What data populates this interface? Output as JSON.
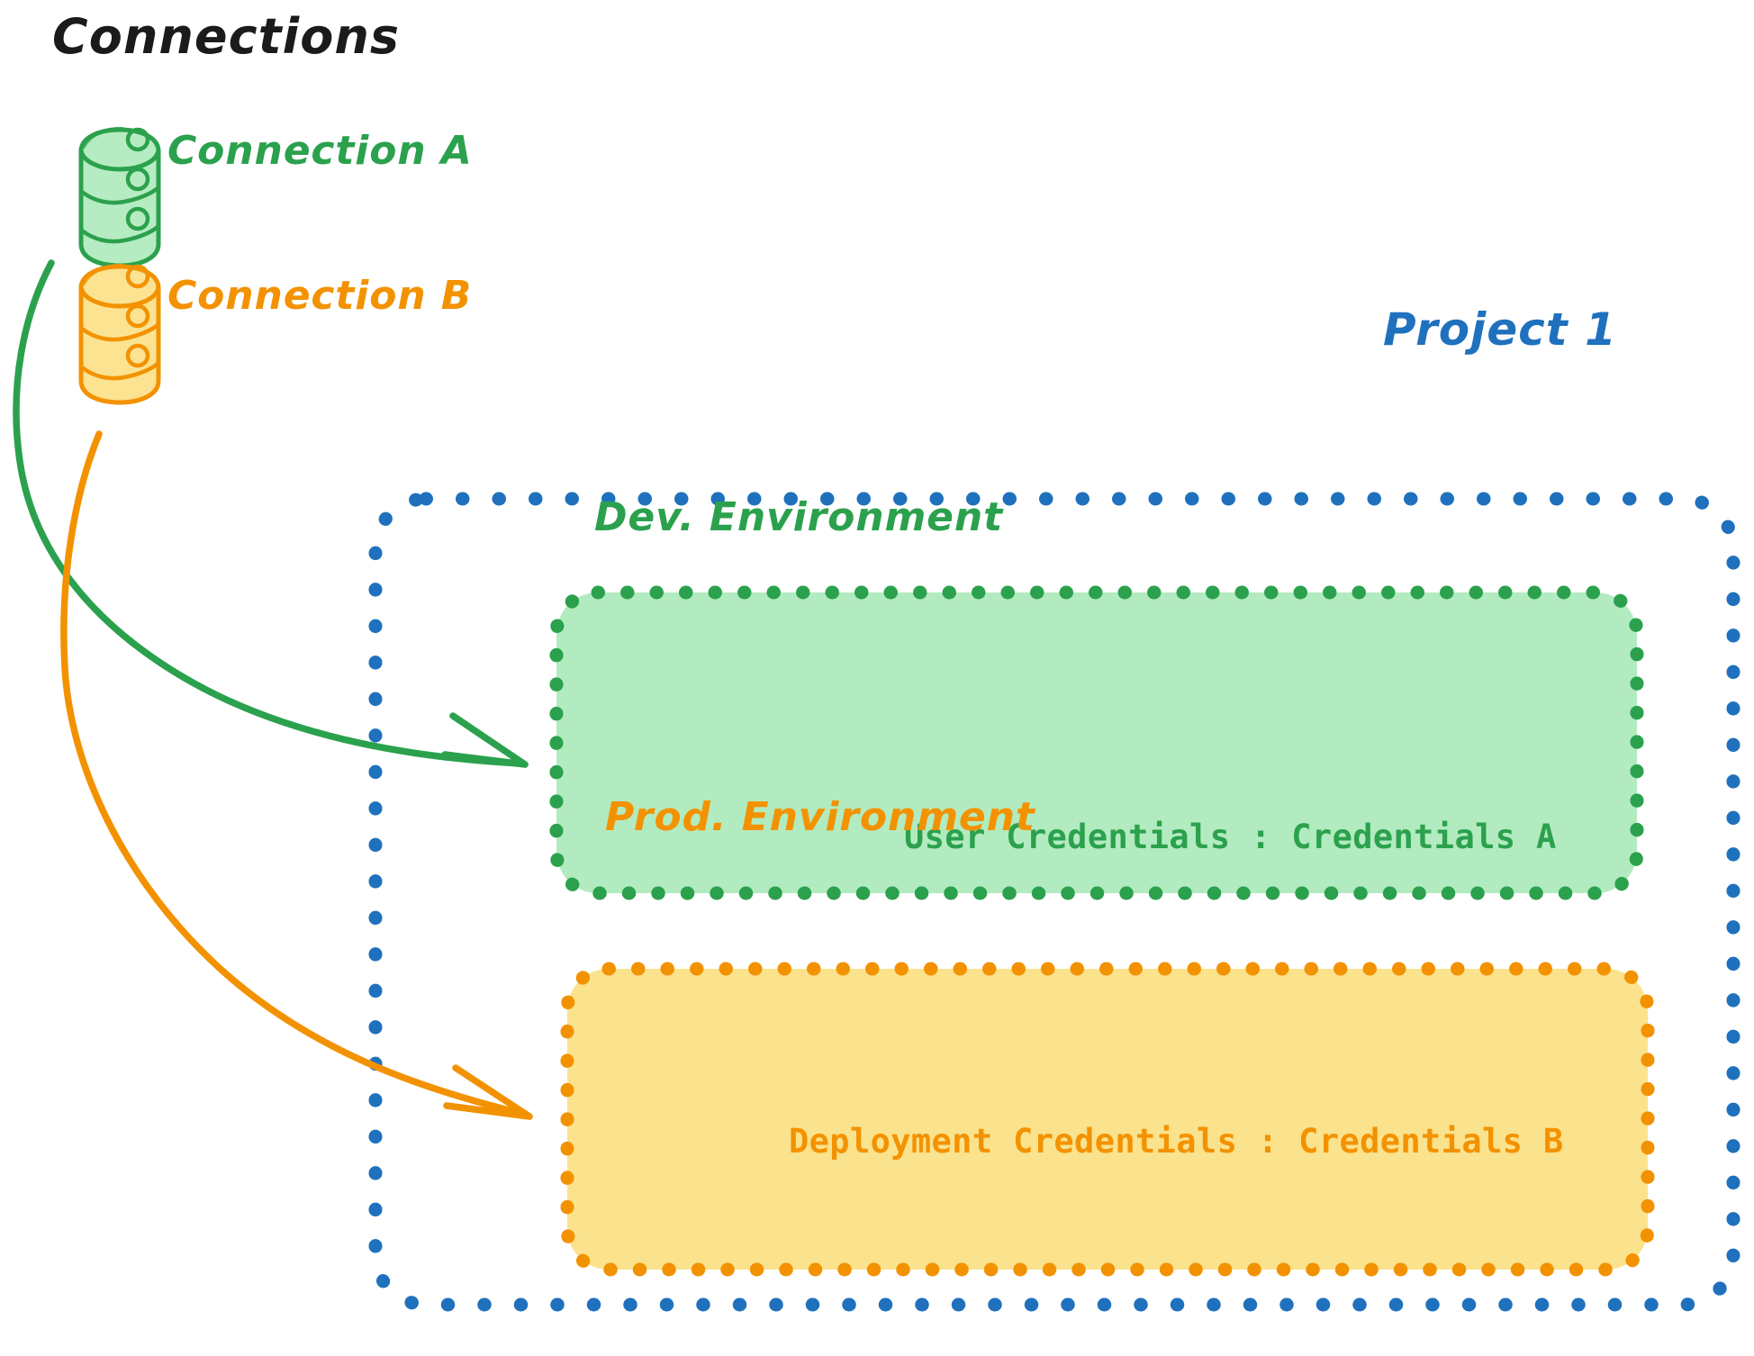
{
  "page": {
    "title": "Connections",
    "background": "#ffffff"
  },
  "colors": {
    "green_stroke": "#2ba14d",
    "green_fill": "#b2ebbf",
    "orange_stroke": "#f39200",
    "orange_fill": "#fbe28c",
    "blue_stroke": "#1f71bd",
    "text_dark": "#1b1b1b"
  },
  "connections": {
    "heading": "Connections",
    "items": [
      {
        "label": "Connection A",
        "icon": "database-icon",
        "color": "#2ba14d",
        "target": "Dev. Environment"
      },
      {
        "label": "Connection B",
        "icon": "database-icon",
        "color": "#f39200",
        "target": "Prod. Environment"
      }
    ]
  },
  "project": {
    "title": "Project 1",
    "border_style": "dotted",
    "border_color": "#1f71bd",
    "environments": [
      {
        "name": "Dev. Environment",
        "border_color": "#2ba14d",
        "fill_color": "#b2ebbf",
        "credentials_label": "User Credentials",
        "credentials_separator": ":",
        "credentials_value": "Credentials A",
        "credentials_text": "User Credentials : Credentials A"
      },
      {
        "name": "Prod. Environment",
        "border_color": "#f39200",
        "fill_color": "#fbe28c",
        "credentials_label": "Deployment Credentials",
        "credentials_separator": ":",
        "credentials_value": "Credentials B",
        "credentials_text": "Deployment Credentials : Credentials B"
      }
    ]
  },
  "arrows": [
    {
      "name": "connection-a-to-dev-arrow",
      "from": "Connection A",
      "to": "Dev. Environment",
      "color": "#2ba14d"
    },
    {
      "name": "connection-b-to-prod-arrow",
      "from": "Connection B",
      "to": "Prod. Environment",
      "color": "#f39200"
    }
  ]
}
